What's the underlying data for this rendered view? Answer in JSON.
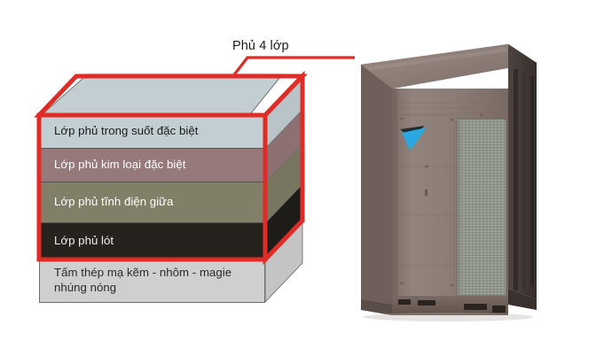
{
  "page": {
    "background_color": "#ffffff",
    "language": "vi"
  },
  "callout": {
    "label": "Phủ 4 lớp",
    "line_color": "#e02b26",
    "text_color": "#1b1b1b"
  },
  "diagram": {
    "name": "four-layer-coating-cross-section",
    "highlight_color": "#e02b26",
    "outline_color": "#6e6e6e",
    "layers": [
      {
        "id": "clear-coat",
        "label": "Lớp phủ trong suốt đặc biệt",
        "front_color": "#c3ced2",
        "side_color": "#b9c4c8",
        "text_color": "#1c1c1c",
        "height": 38,
        "highlighted": true
      },
      {
        "id": "metallic-coat",
        "label": "Lớp phủ kim loại đặc biệt",
        "front_color": "#96797a",
        "side_color": "#8d7172",
        "text_color": "#ffffff",
        "height": 38,
        "highlighted": true
      },
      {
        "id": "electrostatic-coat",
        "label": "Lớp phủ tĩnh điện giữa",
        "front_color": "#827f68",
        "side_color": "#787660",
        "text_color": "#ffffff",
        "height": 46,
        "highlighted": true
      },
      {
        "id": "primer-coat",
        "label": "Lớp phủ lót",
        "front_color": "#26231e",
        "side_color": "#1e1c18",
        "text_color": "#f2efe9",
        "height": 41,
        "highlighted": true
      },
      {
        "id": "base-steel-sheet",
        "label": "Tấm thép mạ kẽm - nhôm - magie\nnhúng nóng",
        "front_color": "#cfcfcf",
        "side_color": "#c4c4c4",
        "text_color": "#2b2b2b",
        "height": 48,
        "highlighted": false
      }
    ],
    "top_face_color": "#c3ced2"
  },
  "photo": {
    "name": "daikin-outdoor-unit",
    "alt": "Daikin VRV outdoor unit",
    "body_color": "#8c7b76",
    "body_shadow_color": "#6f5f5b",
    "side_color": "#4a3f3c",
    "coil_color": "#9aa097",
    "logo_blue": "#2aa8e0",
    "logo_dark": "#1d2b33"
  }
}
